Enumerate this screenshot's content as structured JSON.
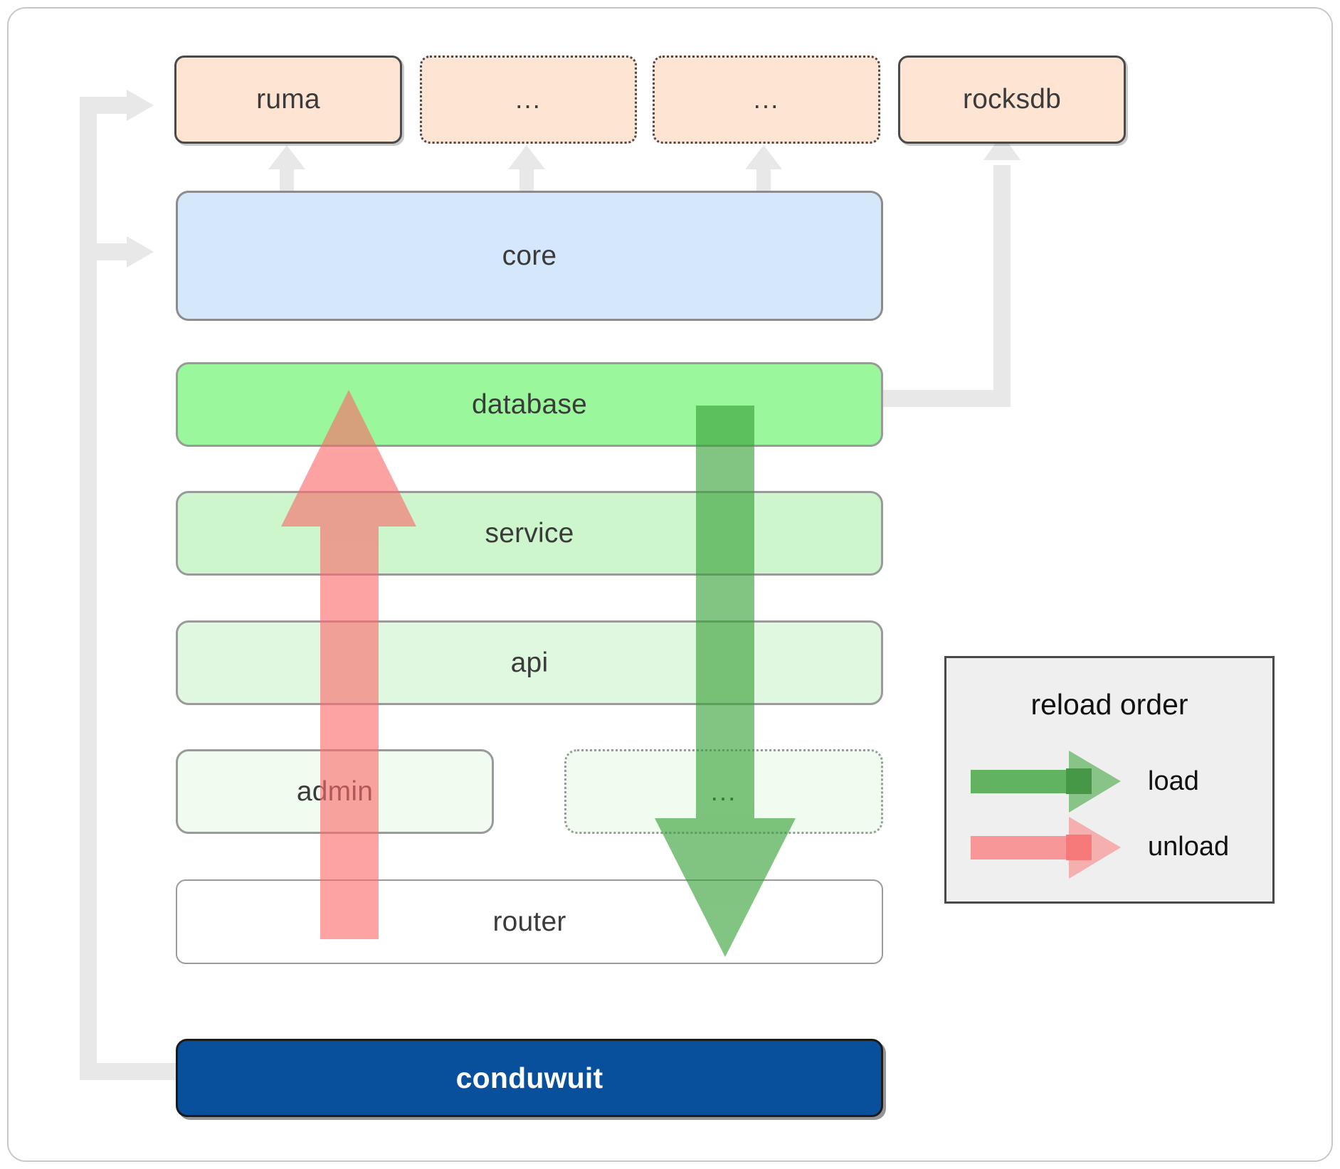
{
  "diagram": {
    "title": "conduwuit crate / reload order architecture",
    "external_row": [
      {
        "label": "ruma",
        "style": "solid"
      },
      {
        "label": "...",
        "style": "dotted"
      },
      {
        "label": "...",
        "style": "dotted"
      },
      {
        "label": "rocksdb",
        "style": "solid"
      }
    ],
    "core": {
      "label": "core"
    },
    "lanes": [
      {
        "label": "database"
      },
      {
        "label": "service"
      },
      {
        "label": "api"
      },
      {
        "label": "admin"
      },
      {
        "label": "...",
        "style": "dotted"
      },
      {
        "label": "router"
      }
    ],
    "app": {
      "label": "conduwuit"
    }
  },
  "legend": {
    "title": "reload order",
    "items": [
      {
        "label": "load",
        "color": "#4eaa4e",
        "direction": "down"
      },
      {
        "label": "unload",
        "color": "#f98b8b",
        "direction": "up"
      }
    ]
  },
  "colors": {
    "external_fill": "#fde4d3",
    "core_fill": "#d4e7fb",
    "database_fill": "#9bf79b",
    "service_fill": "#cdf6cd",
    "api_fill": "#dff8df",
    "admin_fill": "#effcef",
    "router_fill": "#ffffff",
    "app_fill": "#08509c",
    "connector": "#e8e8e8",
    "load_arrow": "#4eaa4e",
    "unload_arrow": "#f98b8b",
    "legend_bg": "#efefef",
    "border_dark": "#4a4a4a",
    "border_gray": "#9a9a9a"
  }
}
